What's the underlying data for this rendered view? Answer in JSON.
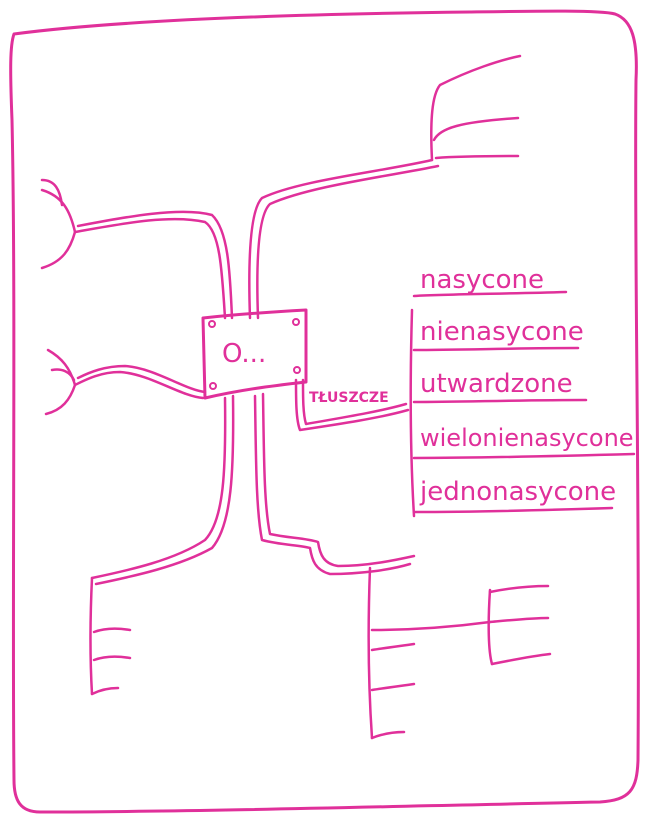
{
  "ink_color": "#e0309a",
  "paper_color": "#ffffff",
  "central_node": {
    "label": "O..."
  },
  "branch": {
    "label": "TŁUSZCZE",
    "subtopics": [
      "nasycone",
      "nienasycone",
      "utwardzone",
      "wielonienasycone",
      "jednonasycone"
    ]
  }
}
